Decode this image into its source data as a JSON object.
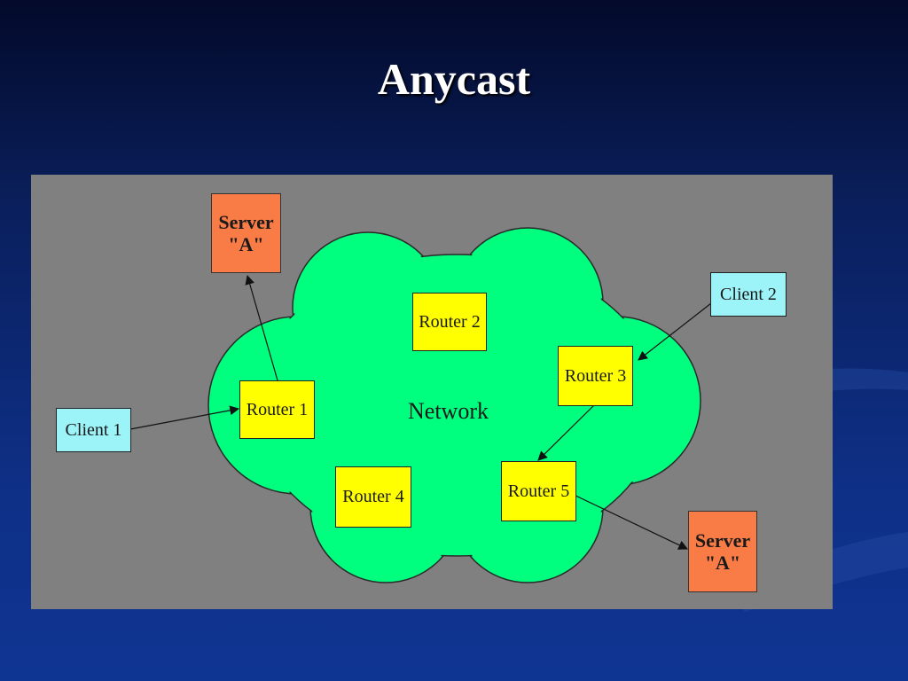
{
  "slide": {
    "title": "Anycast"
  },
  "diagram": {
    "network_label": "Network",
    "nodes": {
      "server_a_top": {
        "line1": "Server",
        "line2": "\"A\""
      },
      "server_a_bottom": {
        "line1": "Server",
        "line2": "\"A\""
      },
      "router_1": "Router 1",
      "router_2": "Router 2",
      "router_3": "Router 3",
      "router_4": "Router 4",
      "router_5": "Router 5",
      "client_1": "Client 1",
      "client_2": "Client 2"
    },
    "edges": [
      {
        "from": "client_1",
        "to": "router_1"
      },
      {
        "from": "router_1",
        "to": "server_a_top"
      },
      {
        "from": "client_2",
        "to": "router_3"
      },
      {
        "from": "router_3",
        "to": "router_5"
      },
      {
        "from": "router_5",
        "to": "server_a_bottom"
      }
    ],
    "colors": {
      "network_cloud": "#00ff7f",
      "router": "#ffff00",
      "client": "#9cf3f8",
      "server": "#f97b45",
      "canvas": "#808080"
    }
  }
}
